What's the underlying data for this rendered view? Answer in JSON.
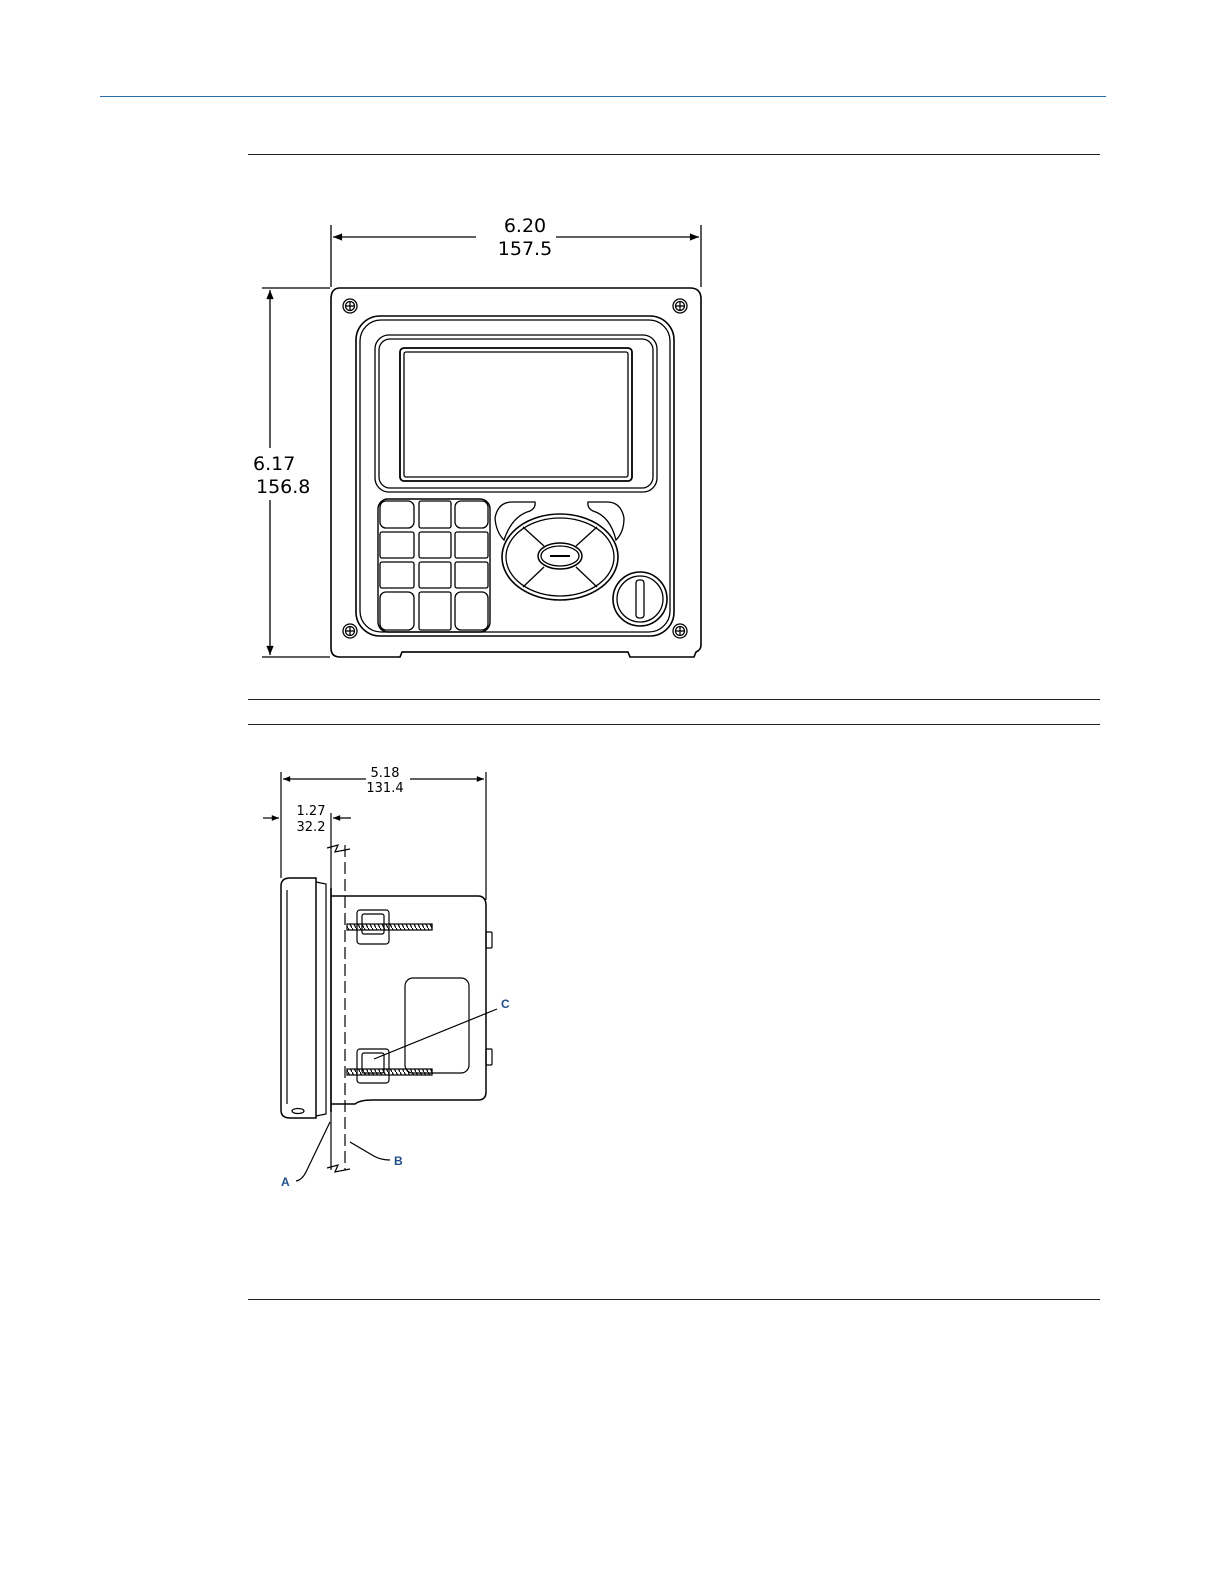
{
  "front_view": {
    "width_dimension": {
      "inches": "6.20",
      "mm": "157.5"
    },
    "height_dimension": {
      "inches": "6.17",
      "mm": "156.8"
    }
  },
  "side_view": {
    "depth_dimension": {
      "inches": "5.18",
      "mm": "131.4"
    },
    "flange_dimension": {
      "inches": "1.27",
      "mm": "32.2"
    },
    "callouts": {
      "a": "A",
      "b": "B",
      "c": "C"
    }
  },
  "colors": {
    "rule": "#2b6cb0",
    "callout": "#1f4e8a"
  }
}
